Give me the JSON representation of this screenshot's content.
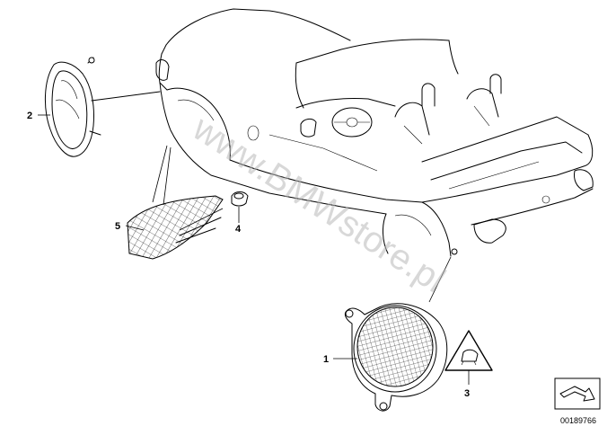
{
  "diagram": {
    "callouts": [
      {
        "id": "1",
        "label": "1"
      },
      {
        "id": "2",
        "label": "2"
      },
      {
        "id": "3",
        "label": "3"
      },
      {
        "id": "4",
        "label": "4"
      },
      {
        "id": "5",
        "label": "5"
      }
    ],
    "watermark": "www.BMWstore.pl",
    "reference_number": "00189766",
    "icons": {
      "catalog_arrow": "catalog-arrow-icon",
      "warning_triangle": "warning-triangle-icon"
    }
  }
}
